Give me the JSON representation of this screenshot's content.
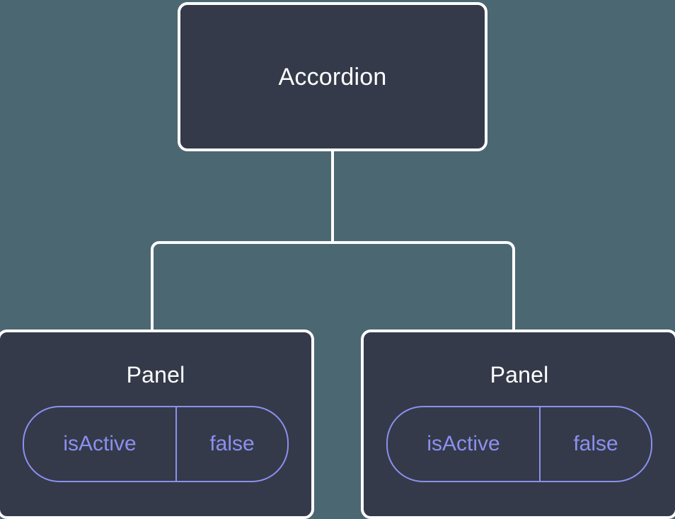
{
  "diagram": {
    "type": "component-tree",
    "background_color": "#4b6772",
    "node_fill_color": "#343a49",
    "node_border_color": "#ffffff",
    "accent_color": "#8b90ef",
    "title_color": "#ffffff",
    "root": {
      "title": "Accordion"
    },
    "children": [
      {
        "title": "Panel",
        "state": {
          "key": "isActive",
          "value": "false"
        }
      },
      {
        "title": "Panel",
        "state": {
          "key": "isActive",
          "value": "false"
        }
      }
    ]
  }
}
